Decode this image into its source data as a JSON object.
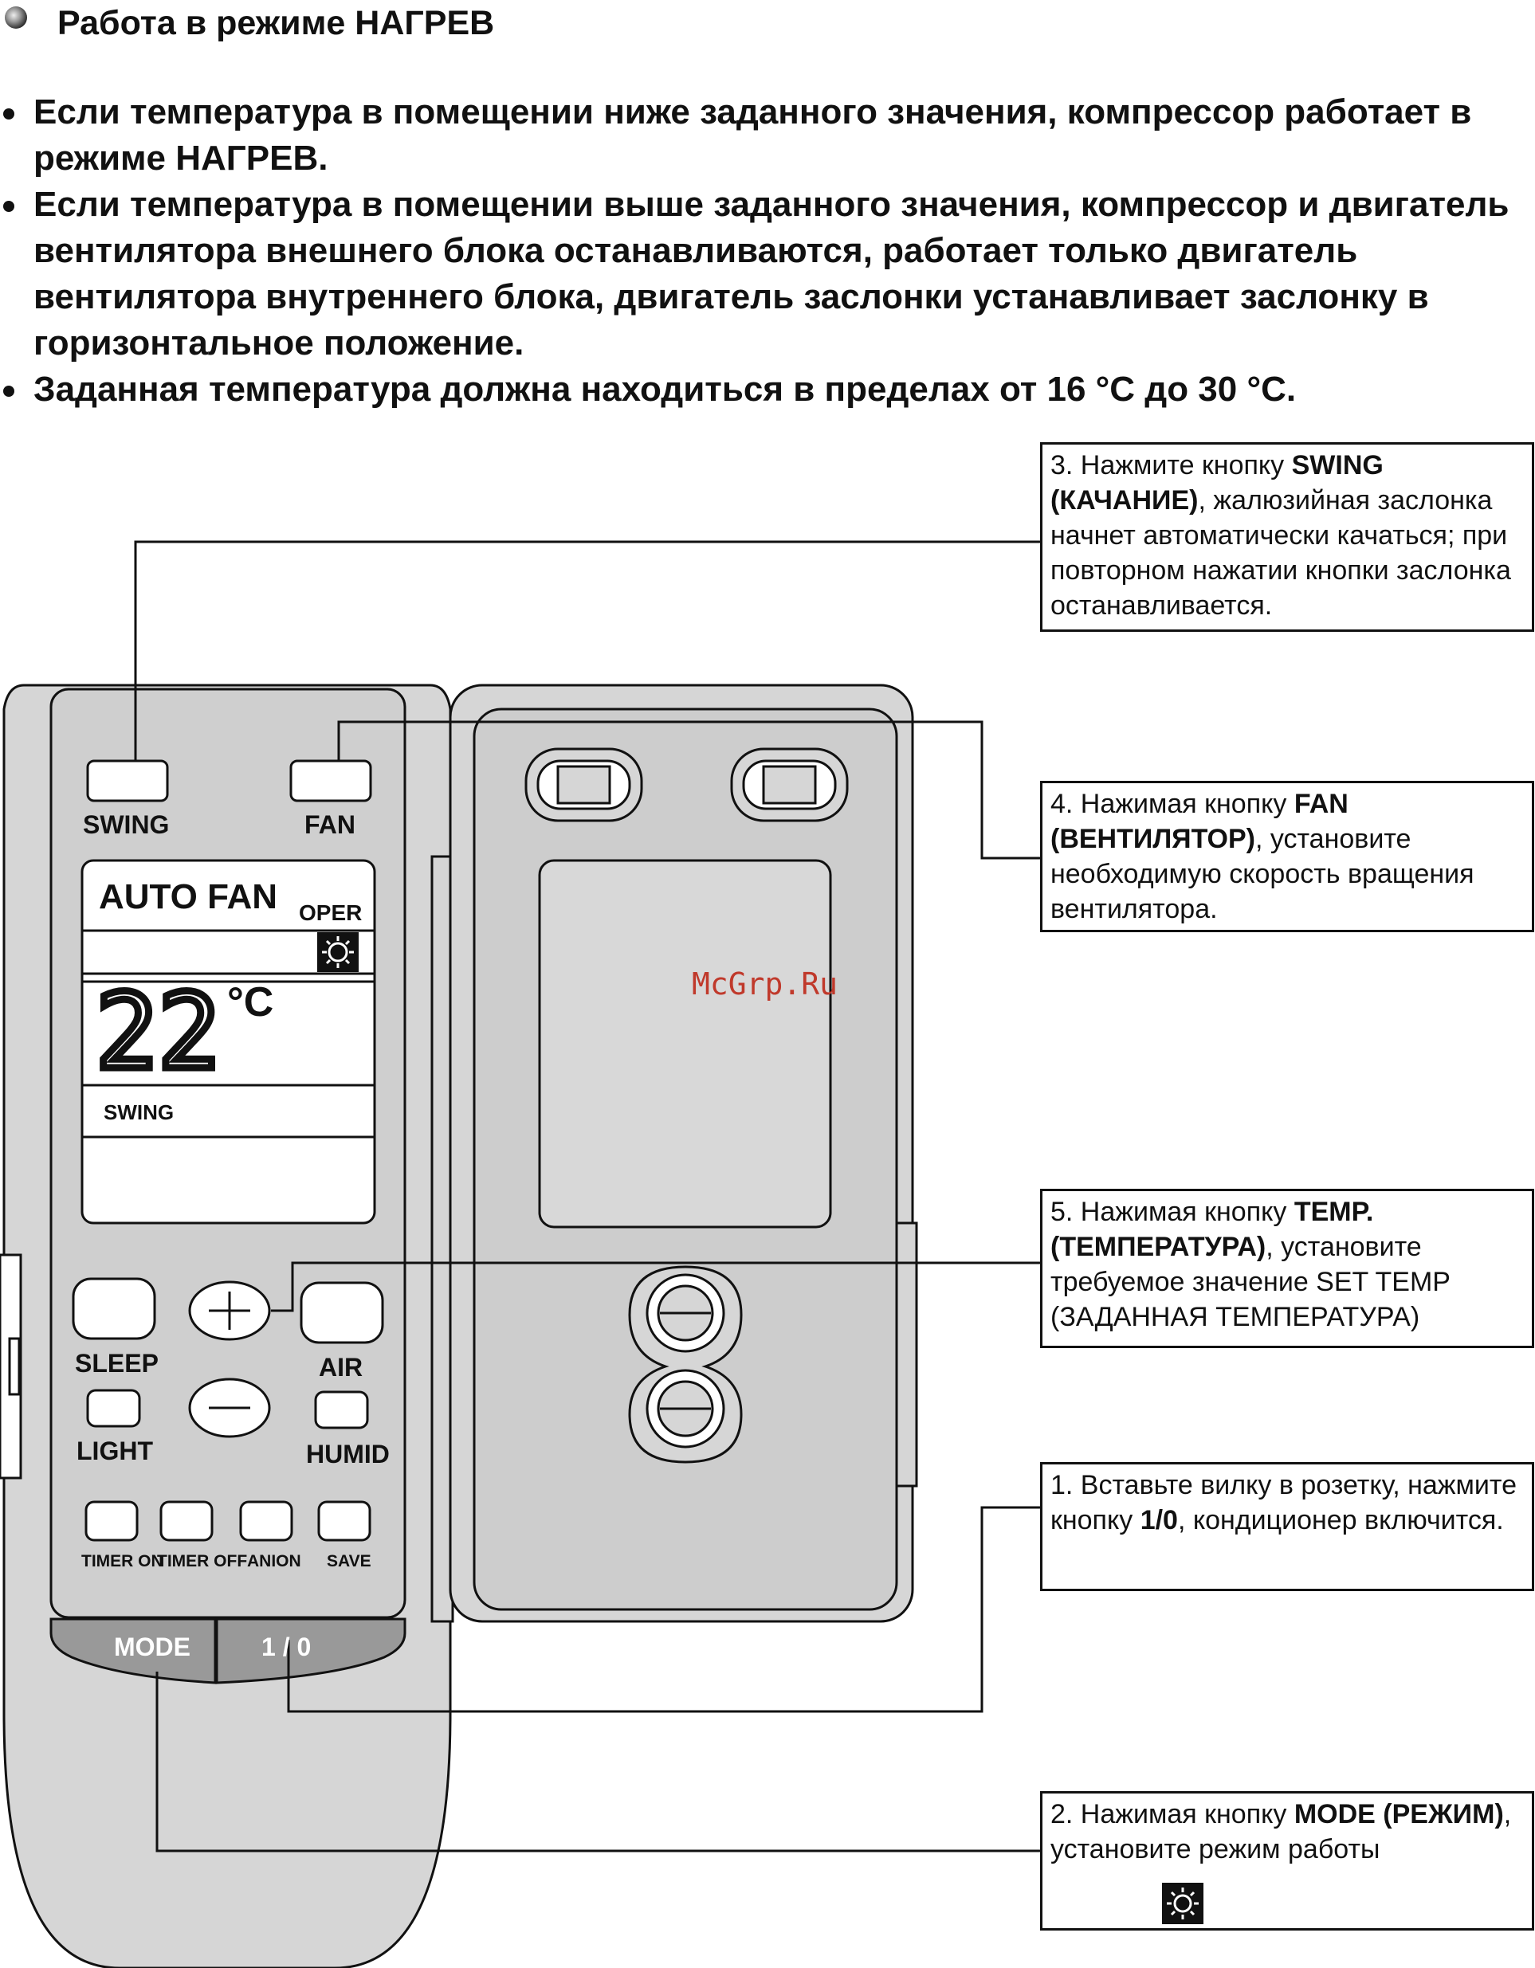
{
  "heading": "Работа в режиме НАГРЕВ",
  "bullets": [
    "Если температура в помещении ниже заданного значения, компрессор работает в режиме НАГРЕВ.",
    "Если температура в помещении выше заданного значения, компрессор и двигатель вентилятора внешнего блока останавливаются, работает только двигатель вентилятора внутреннего блока,  двигатель заслонки устанавливает заслонку в горизонтальное положение.",
    "Заданная температура должна находиться в пределах от 16 °C до 30 °C."
  ],
  "callouts": {
    "swing": {
      "pre": "3. Нажмите кнопку ",
      "bold": "SWING (КАЧАНИЕ)",
      "post": ", жалюзийная заслонка начнет автоматически качаться; при повторном нажатии кнопки заслонка останавливается."
    },
    "fan": {
      "pre": "4. Нажимая кнопку ",
      "bold": "FAN (ВЕНТИЛЯТОР)",
      "post": ", установите необходимую скорость вращения вентилятора."
    },
    "temp": {
      "pre": "5. Нажимая кнопку ",
      "bold": "TEMP. (ТЕМПЕРАТУРА)",
      "post": ", установите требуемое значение SET TEMP (ЗАДАННАЯ ТЕМПЕРАТУРА)"
    },
    "power": {
      "pre": "1. Вставьте вилку в розетку, нажмите кнопку ",
      "bold": "1/0",
      "post": ", кондиционер включится."
    },
    "mode": {
      "pre": "2. Нажимая кнопку ",
      "bold": "MODE (РЕЖИМ)",
      "post": ", установите режим работы"
    }
  },
  "remote": {
    "btn_swing": "SWING",
    "btn_fan": "FAN",
    "lcd_auto_fan": "AUTO  FAN",
    "lcd_oper": "OPER",
    "lcd_temp": "22",
    "lcd_unit": "°C",
    "lcd_swing": "SWING",
    "btn_sleep": "SLEEP",
    "btn_air": "AIR",
    "btn_light": "LIGHT",
    "btn_humid": "HUMID",
    "btn_timer_on": "TIMER ON",
    "btn_timer_off": "TIMER OFF",
    "btn_anion": "ANION",
    "btn_save": "SAVE",
    "btn_mode": "MODE",
    "btn_power": "1 / 0"
  },
  "watermark": "McGrp.Ru",
  "icons": {
    "heat_mode": "sun-gear-icon"
  }
}
